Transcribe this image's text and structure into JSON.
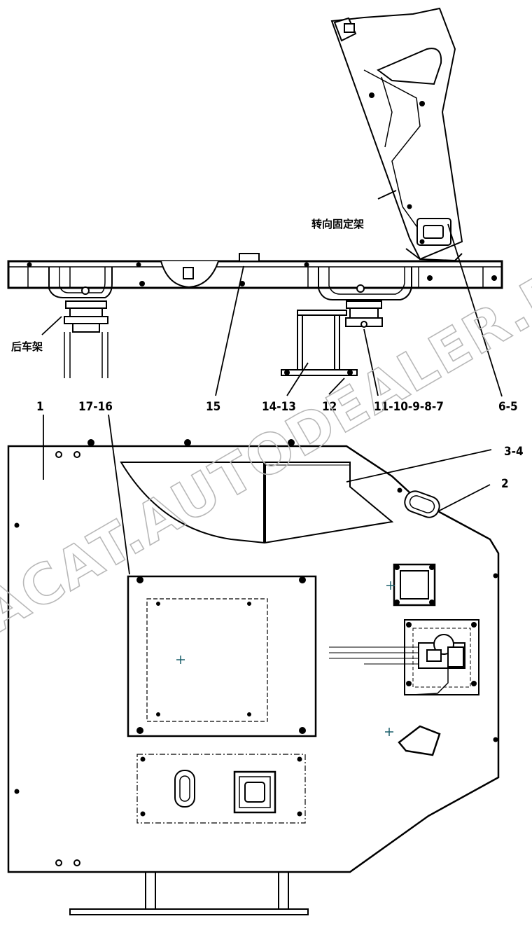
{
  "callouts": {
    "c1": "1",
    "c17_16": "17-16",
    "c15": "15",
    "c14_13": "14-13",
    "c12": "12",
    "c11_7": "11-10-9-8-7",
    "c6_5": "6-5",
    "c3_4": "3-4",
    "c2": "2"
  },
  "labels": {
    "steering_bracket": "转向固定架",
    "rear_frame": "后车架"
  },
  "watermark": "ACAT.AUTODEALER.RU",
  "colors": {
    "line": "#000000",
    "fill_light": "#ffffff",
    "watermark": "#b8b8b8"
  }
}
